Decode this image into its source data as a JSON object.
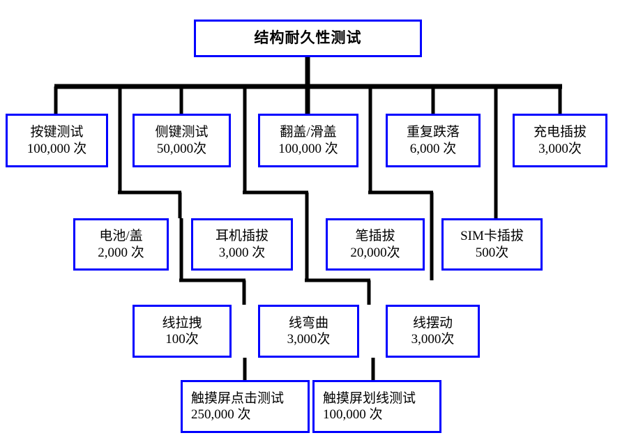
{
  "diagram": {
    "title": "结构耐久性测试",
    "colors": {
      "box_border": "#0000ff",
      "connector": "#000000",
      "text": "#000000",
      "background": "#ffffff"
    },
    "nodes": {
      "root": {
        "name": "结构耐久性测试",
        "count": ""
      },
      "key_test": {
        "name": "按键测试",
        "count": "100,000 次"
      },
      "side_key_test": {
        "name": "侧键测试",
        "count": "50,000次"
      },
      "flip_slide": {
        "name": "翻盖/滑盖",
        "count": "100,000 次"
      },
      "repeat_drop": {
        "name": "重复跌落",
        "count": "6,000 次"
      },
      "charge_plug": {
        "name": "充电插拔",
        "count": "3,000次"
      },
      "battery_cover": {
        "name": "电池/盖",
        "count": "2,000 次"
      },
      "earphone_plug": {
        "name": "耳机插拔",
        "count": "3,000 次"
      },
      "pen_plug": {
        "name": "笔插拔",
        "count": "20,000次"
      },
      "sim_plug": {
        "name": "SIM卡插拔",
        "count": "500次"
      },
      "cable_pull": {
        "name": "线拉拽",
        "count": "100次"
      },
      "cable_bend": {
        "name": "线弯曲",
        "count": "3,000次"
      },
      "cable_swing": {
        "name": "线摆动",
        "count": "3,000次"
      },
      "touch_tap": {
        "name": "触摸屏点击测试",
        "count": "250,000 次"
      },
      "touch_swipe": {
        "name": "触摸屏划线测试",
        "count": "100,000 次"
      }
    }
  }
}
